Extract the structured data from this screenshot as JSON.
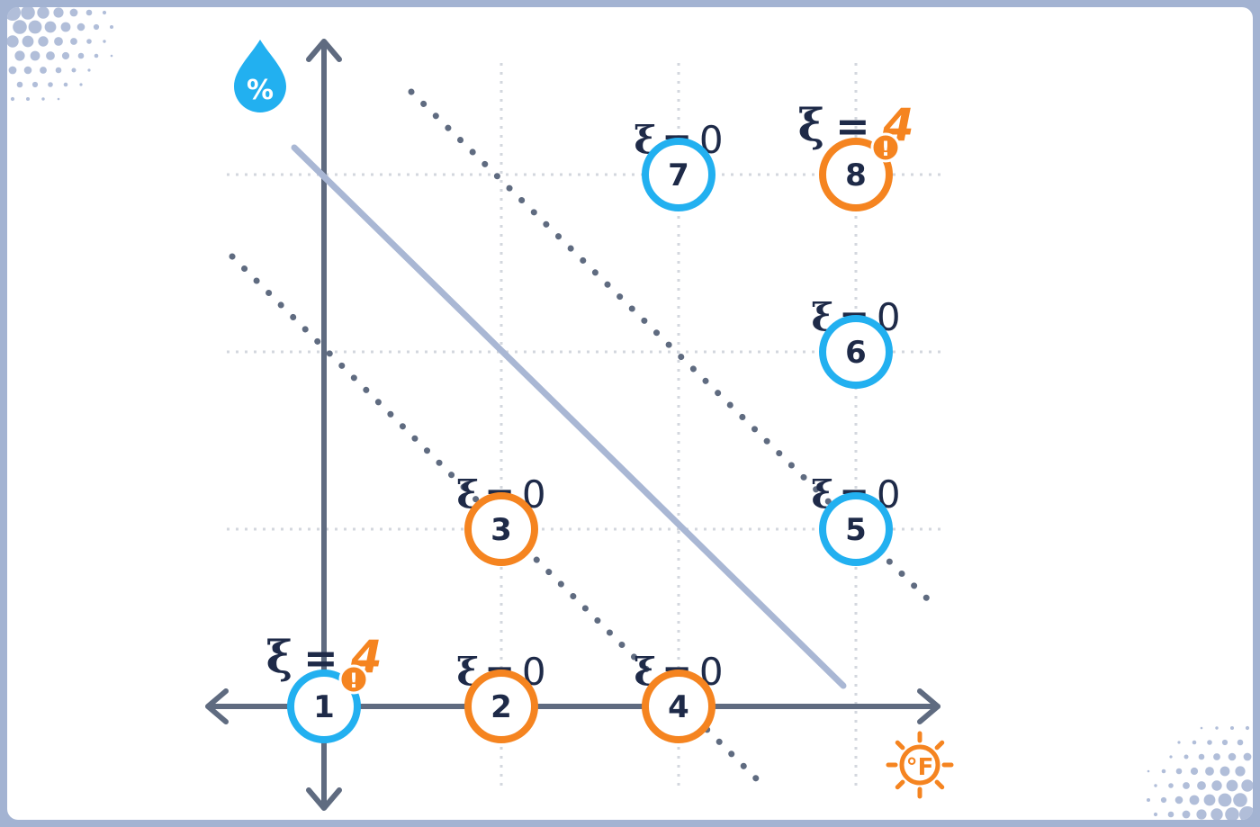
{
  "colors": {
    "blue": "#22b0f0",
    "orange": "#f58420",
    "axis": "#5f6b80",
    "divider": "#a9b7d4",
    "margin_line": "#5f6b80",
    "grid": "#d3d7de",
    "ink": "#1e2a48",
    "border": "#a3b3d2"
  },
  "icons": {
    "y_axis": "humidity-percent-drop-icon",
    "x_axis": "temperature-fahrenheit-sun-icon"
  },
  "axis_icons": {
    "y_label": "%",
    "x_label": "°F"
  },
  "points": [
    {
      "id": "1",
      "color": "blue",
      "x": 0,
      "y": 0,
      "slack_symbol": "ξ",
      "slack_eq": "=",
      "slack_value": "4",
      "violation": true
    },
    {
      "id": "2",
      "color": "orange",
      "x": 1,
      "y": 0,
      "slack_symbol": "ξ",
      "slack_eq": "=",
      "slack_value": "0",
      "violation": false
    },
    {
      "id": "3",
      "color": "orange",
      "x": 1,
      "y": 1,
      "slack_symbol": "ξ",
      "slack_eq": "=",
      "slack_value": "0",
      "violation": false
    },
    {
      "id": "4",
      "color": "orange",
      "x": 2,
      "y": 0,
      "slack_symbol": "ξ",
      "slack_eq": "=",
      "slack_value": "0",
      "violation": false
    },
    {
      "id": "5",
      "color": "blue",
      "x": 3,
      "y": 1,
      "slack_symbol": "ξ",
      "slack_eq": "=",
      "slack_value": "0",
      "violation": false
    },
    {
      "id": "6",
      "color": "blue",
      "x": 3,
      "y": 2,
      "slack_symbol": "ξ",
      "slack_eq": "=",
      "slack_value": "0",
      "violation": false
    },
    {
      "id": "7",
      "color": "blue",
      "x": 2,
      "y": 3,
      "slack_symbol": "ξ",
      "slack_eq": "=",
      "slack_value": "0",
      "violation": false
    },
    {
      "id": "8",
      "color": "orange",
      "x": 3,
      "y": 3,
      "slack_symbol": "ξ",
      "slack_eq": "=",
      "slack_value": "4",
      "violation": true
    }
  ],
  "violation_mark": "!"
}
